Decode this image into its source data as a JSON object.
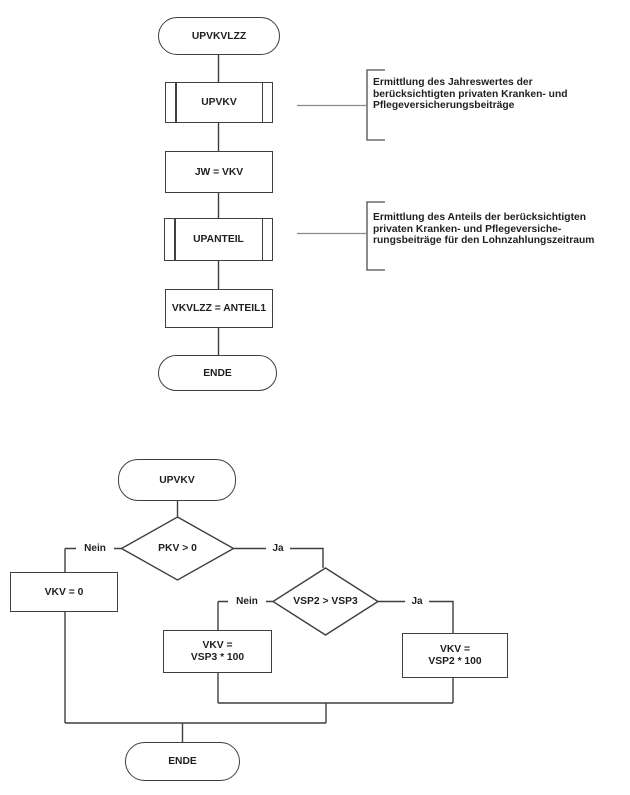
{
  "colors": {
    "bg": "#ffffff",
    "stroke": "#3f3f3f",
    "connector": "#8a8a8a",
    "bracket": "#4f4f4f",
    "text": "#1f1f1f"
  },
  "top_chart": {
    "start_label": "UPVKVLZZ",
    "subprocess_upvkv": "UPVKV",
    "process_jw": "JW = VKV",
    "subprocess_upanteil": "UPANTEIL",
    "process_vkvlzz": "VKVLZZ = ANTEIL1",
    "end_label": "ENDE",
    "annotations": [
      {
        "lines": [
          "Ermittlung des Jahreswertes der",
          "berücksichtigten privaten Kranken- und",
          "Pflegeversicherungsbeiträge"
        ]
      },
      {
        "lines": [
          "Ermittlung des Anteils der berücksichtigten",
          "privaten Kranken- und Pflegeversiche-",
          "rungsbeiträge für den Lohnzahlungszeitraum"
        ]
      }
    ]
  },
  "bottom_chart": {
    "start_label": "UPVKV",
    "decision_pkv": "PKV > 0",
    "process_vkv0": "VKV = 0",
    "decision_vsp": "VSP2 > VSP3",
    "process_vsp3": {
      "line1": "VKV =",
      "line2": "VSP3 * 100"
    },
    "process_vsp2": {
      "line1": "VKV =",
      "line2": "VSP2 * 100"
    },
    "end_label": "ENDE",
    "branch_labels": {
      "pkv_no": "Nein",
      "pkv_yes": "Ja",
      "vsp_no": "Nein",
      "vsp_yes": "Ja"
    }
  }
}
